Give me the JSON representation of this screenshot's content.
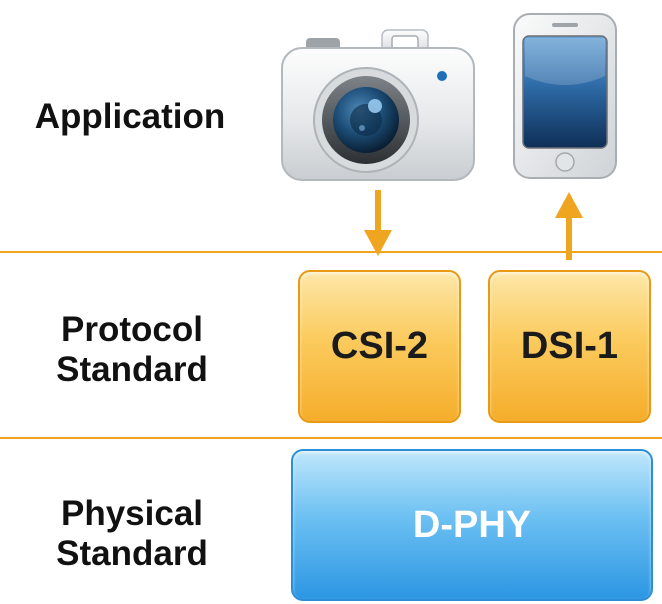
{
  "layers": {
    "application": {
      "line1": "Application"
    },
    "protocol": {
      "line1": "Protocol",
      "line2": "Standard"
    },
    "physical": {
      "line1": "Physical",
      "line2": "Standard"
    }
  },
  "blocks": {
    "csi2": "CSI-2",
    "dsi1": "DSI-1",
    "dphy": "D-PHY"
  },
  "icons": {
    "camera": "camera-icon",
    "phone": "smartphone-icon"
  },
  "colors": {
    "accent_orange": "#f0a521",
    "protocol_fill": "#fbcb5e",
    "physical_fill": "#2c96e2"
  }
}
